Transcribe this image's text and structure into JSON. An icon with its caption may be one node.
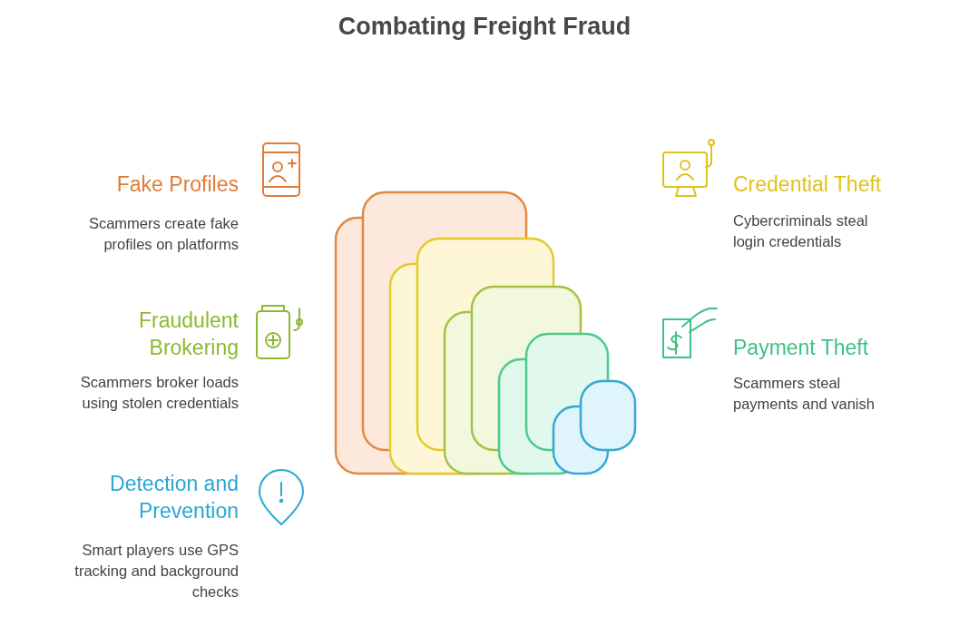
{
  "diagram": {
    "title": "Combating Freight Fraud",
    "labels": [
      "Fake Profiles",
      "Scammers create fake profiles on platforms",
      "Credential Theft",
      "Cybercriminals steal login credentials",
      "Fraudulent Brokering",
      "Scammers broker loads using stolen credentials",
      "Payment Theft",
      "Scammers steal payments and vanish",
      "Detection and Prevention",
      "Smart players use GPS tracking and background checks"
    ]
  }
}
